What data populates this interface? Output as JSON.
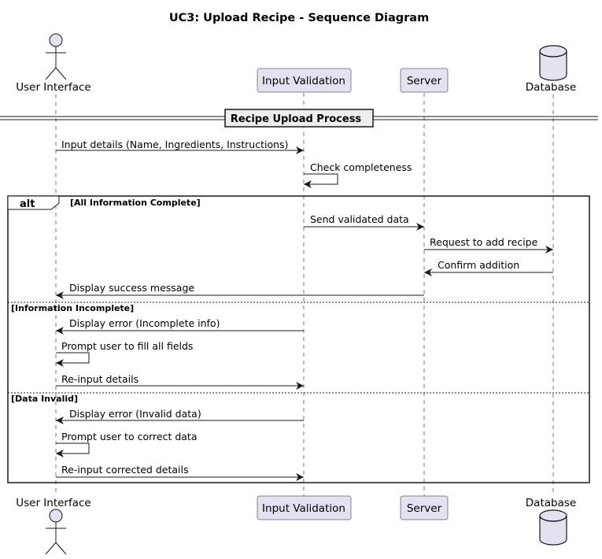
{
  "title": "UC3: Upload Recipe - Sequence Diagram",
  "participants": {
    "ui": "User Interface",
    "validation": "Input Validation",
    "server": "Server",
    "database": "Database"
  },
  "divider": "Recipe Upload Process",
  "pre_messages": [
    {
      "from": "ui",
      "to": "validation",
      "label": "Input details (Name, Ingredients, Instructions)"
    },
    {
      "from": "validation",
      "to": "validation",
      "label": "Check completeness"
    }
  ],
  "alt": {
    "keyword": "alt",
    "sections": [
      {
        "guard": "[All Information Complete]",
        "messages": [
          {
            "from": "validation",
            "to": "server",
            "label": "Send validated data"
          },
          {
            "from": "server",
            "to": "database",
            "label": "Request to add recipe"
          },
          {
            "from": "database",
            "to": "server",
            "label": "Confirm addition"
          },
          {
            "from": "server",
            "to": "ui",
            "label": "Display success message"
          }
        ]
      },
      {
        "guard": "[Information Incomplete]",
        "messages": [
          {
            "from": "validation",
            "to": "ui",
            "label": "Display error (Incomplete info)"
          },
          {
            "from": "ui",
            "to": "ui",
            "label": "Prompt user to fill all fields"
          },
          {
            "from": "ui",
            "to": "validation",
            "label": "Re-input details"
          }
        ]
      },
      {
        "guard": "[Data Invalid]",
        "messages": [
          {
            "from": "validation",
            "to": "ui",
            "label": "Display error (Invalid data)"
          },
          {
            "from": "ui",
            "to": "ui",
            "label": "Prompt user to correct data"
          },
          {
            "from": "ui",
            "to": "validation",
            "label": "Re-input corrected details"
          }
        ]
      }
    ]
  },
  "colors": {
    "participant_fill": "#E2E2F0",
    "participant_border": "#181818",
    "lifeline": "#181818",
    "arrow": "#181818",
    "divider_fill": "#EEEEEE",
    "background": "#FFFFFF"
  }
}
